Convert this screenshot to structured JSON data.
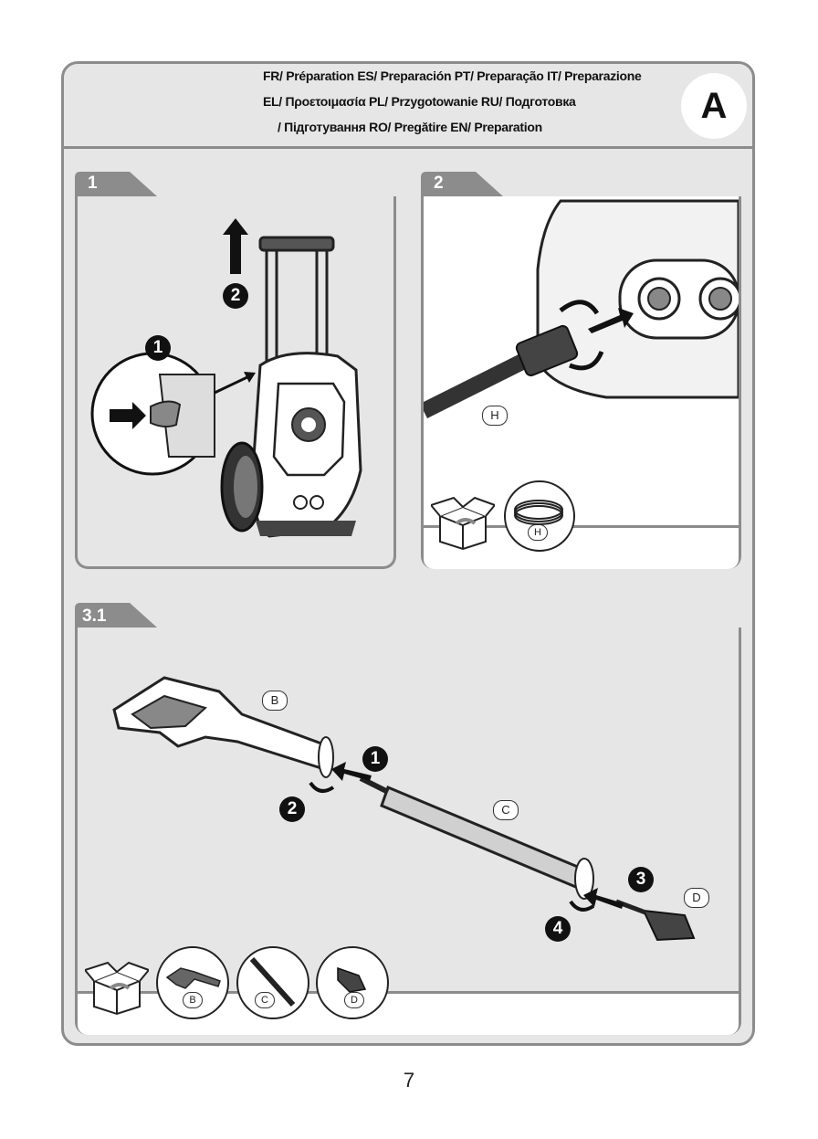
{
  "header": {
    "languages": [
      {
        "code": "FR",
        "text": "Préparation"
      },
      {
        "code": "ES",
        "text": "Preparación"
      },
      {
        "code": "PT",
        "text": "Preparação"
      },
      {
        "code": "IT",
        "text": "Preparazione"
      },
      {
        "code": "EL",
        "text": "Προετοιμασία"
      },
      {
        "code": "PL",
        "text": "Przygotowanie"
      },
      {
        "code": "RU",
        "text": "Подготовка"
      },
      {
        "code": "",
        "text": "Підготування"
      },
      {
        "code": "RO",
        "text": "Pregătire"
      },
      {
        "code": "EN",
        "text": "Preparation"
      }
    ],
    "lines": [
      "FR/ Préparation     ES/ Preparación     PT/ Preparação     IT/ Preparazione",
      "EL/ Προετοιμασία   PL/ Przygotowanie   RU/ Подготовка",
      "/ Підготування   RO/ Pregătire   EN/ Preparation"
    ],
    "section_badge": "A"
  },
  "panels": {
    "p1": {
      "label": "1",
      "steps": [
        "1",
        "2"
      ]
    },
    "p2": {
      "label": "2",
      "part": "H",
      "thumb_part": "H"
    },
    "p3": {
      "label": "3.1",
      "parts": [
        "B",
        "C",
        "D"
      ],
      "steps": [
        "1",
        "2",
        "3",
        "4"
      ],
      "thumbs": [
        "B",
        "C",
        "D"
      ]
    }
  },
  "icons": [
    "up-arrow-icon",
    "push-arrow-icon",
    "rotate-arrow-icon",
    "open-box-icon",
    "hose-coil-icon"
  ],
  "colors": {
    "frame": "#8c8c8c",
    "panel_bg": "#e6e6e6",
    "ink": "#111111"
  },
  "page_number": "7"
}
